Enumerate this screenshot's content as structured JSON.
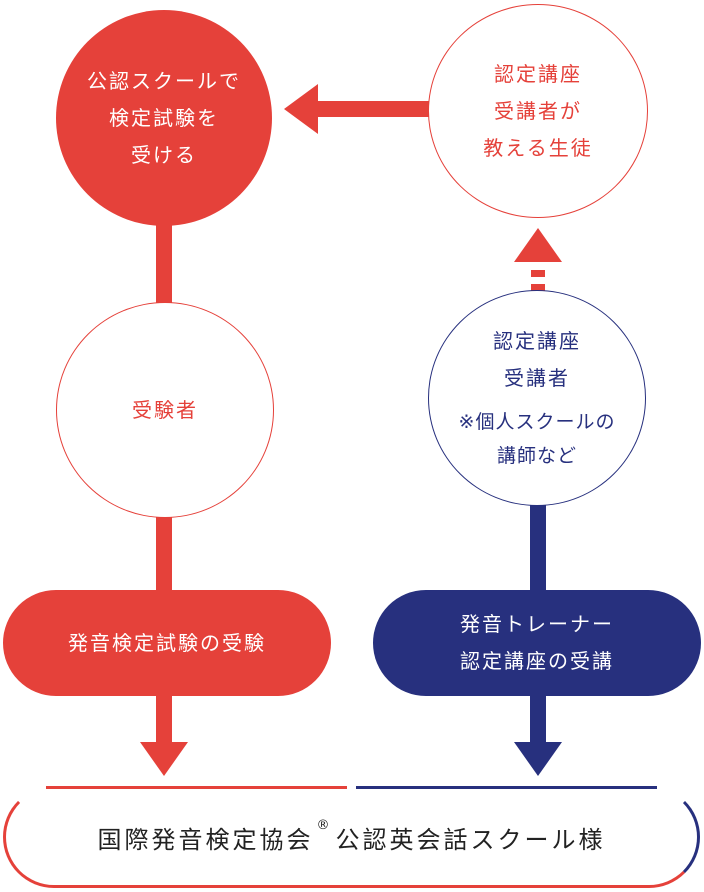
{
  "colors": {
    "red": "#e5413a",
    "navy": "#27307e"
  },
  "nodes": {
    "exam_school": {
      "lines": [
        "公認スクールで",
        "検定試験を",
        "受ける"
      ]
    },
    "student_taught": {
      "lines": [
        "認定講座",
        "受講者が",
        "教える生徒"
      ]
    },
    "examinee": {
      "label": "受験者"
    },
    "course_taker": {
      "lines": [
        "認定講座",
        "受講者"
      ],
      "note_lines": [
        "※個人スクールの",
        "講師など"
      ]
    },
    "exam_pill": {
      "label": "発音検定試験の受験"
    },
    "trainer_pill": {
      "lines": [
        "発音トレーナー",
        "認定講座の受講"
      ]
    },
    "bottom": {
      "before": "国際発音検定協会",
      "mark": "®",
      "after": "公認英会話スクール様"
    }
  }
}
